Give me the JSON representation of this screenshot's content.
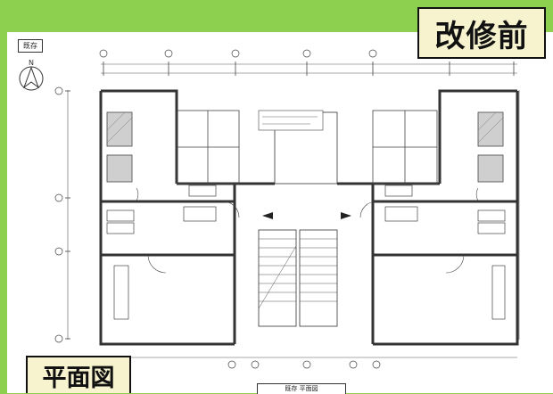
{
  "badge_before": "改修前",
  "badge_floor_plan": "平面図",
  "existing_tag": "既存",
  "plan_title": "既存 平面図",
  "north_symbol": "N"
}
